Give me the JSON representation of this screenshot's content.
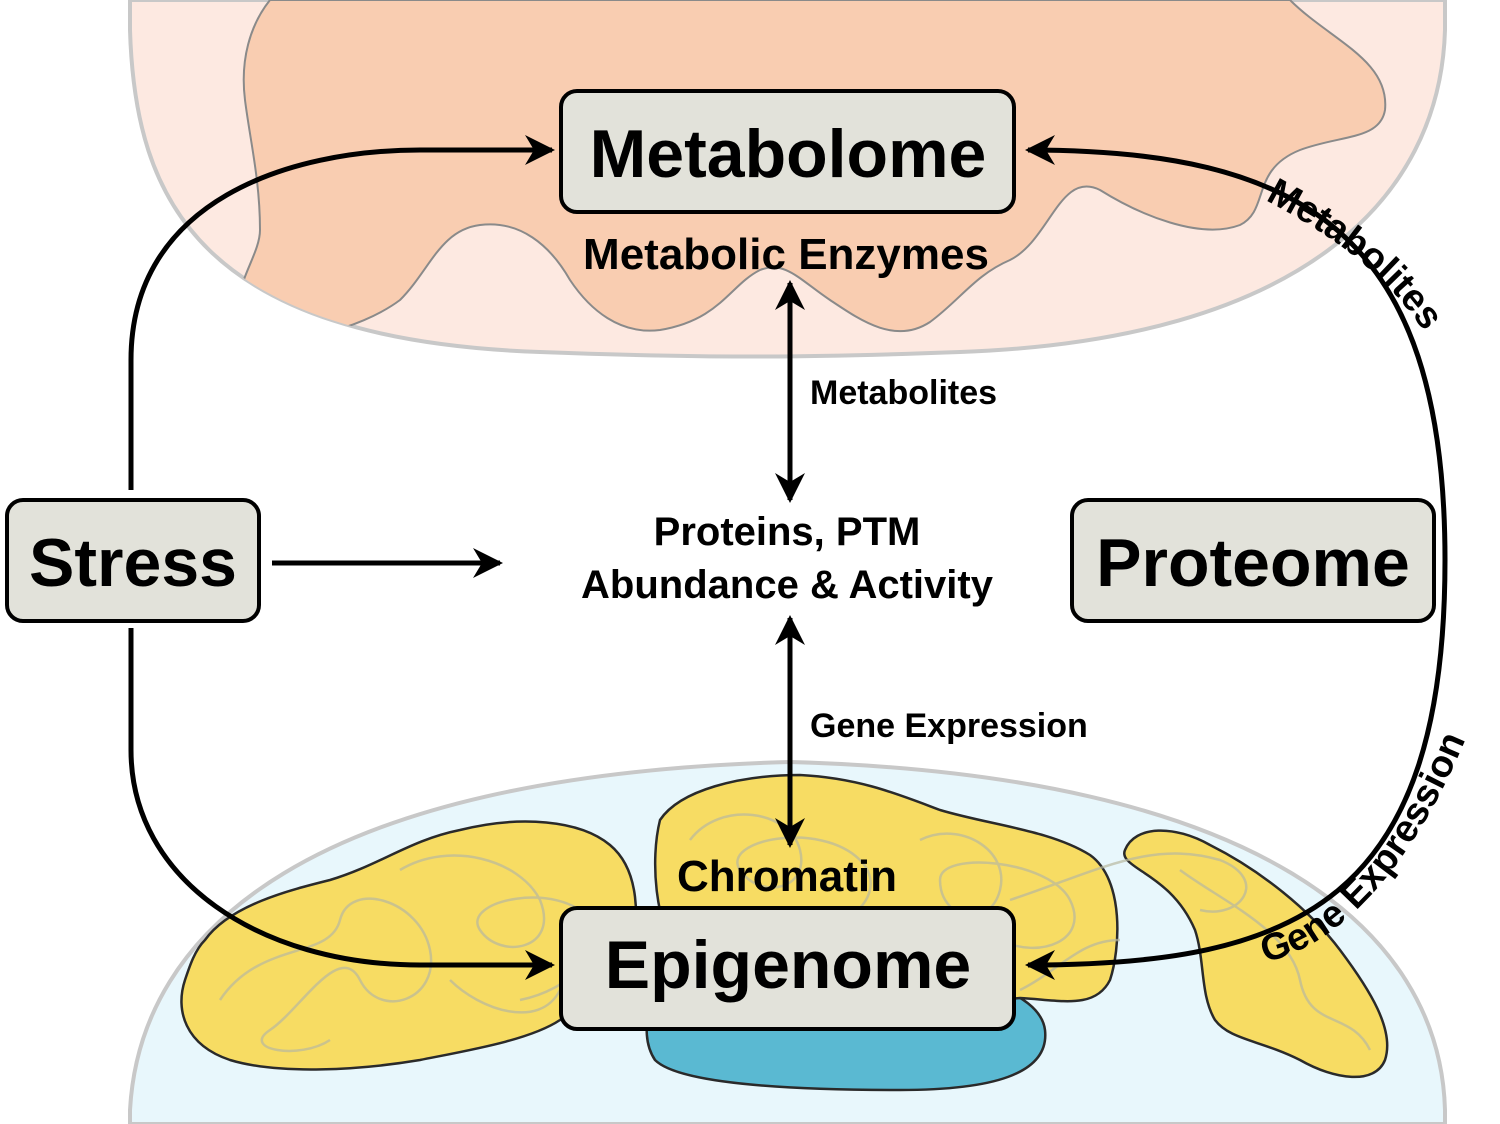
{
  "nodes": {
    "metabolome": "Metabolome",
    "stress": "Stress",
    "proteome": "Proteome",
    "epigenome": "Epigenome"
  },
  "labels": {
    "metabolic_enzymes": "Metabolic Enzymes",
    "metabolites_center": "Metabolites",
    "proteins_line1": "Proteins, PTM",
    "proteins_line2": "Abundance & Activity",
    "gene_expression_center": "Gene Expression",
    "chromatin": "Chromatin",
    "metabolites_curve": "Metabolites",
    "gene_expression_curve": "Gene Expression"
  },
  "colors": {
    "cell_fill": "#fde9e1",
    "cytoplasm_blob": "#f9cdb1",
    "nucleus_fill": "#e8f7fc",
    "chromatin_yellow": "#f7dc63",
    "nucleolus_blue": "#5ab9d2",
    "box_fill": "#e2e2da",
    "outline": "#c8c8c8"
  }
}
